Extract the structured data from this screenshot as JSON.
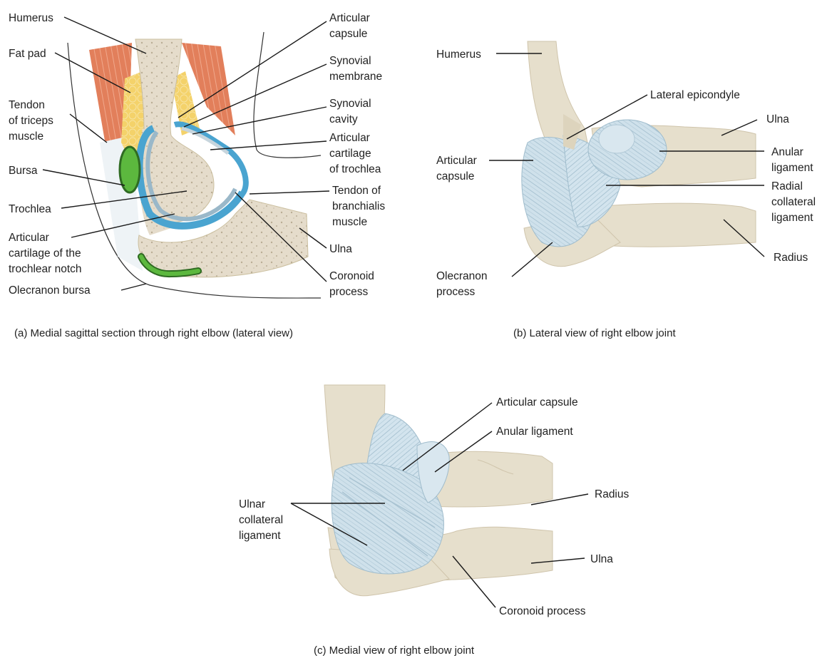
{
  "panel_a": {
    "caption": "(a) Medial sagittal section through right elbow (lateral view)",
    "labels": {
      "humerus": [
        "Humerus"
      ],
      "fat_pad": [
        "Fat pad"
      ],
      "tendon_triceps": [
        "Tendon",
        "of triceps",
        "muscle"
      ],
      "bursa": [
        "Bursa"
      ],
      "trochlea": [
        "Trochlea"
      ],
      "art_cart_notch": [
        "Articular",
        "cartilage of the",
        "trochlear notch"
      ],
      "olecranon_bursa": [
        "Olecranon bursa"
      ],
      "articular_capsule": [
        "Articular",
        "capsule"
      ],
      "synovial_membrane": [
        "Synovial",
        "membrane"
      ],
      "synovial_cavity": [
        "Synovial",
        "cavity"
      ],
      "art_cart_trochlea": [
        "Articular",
        "cartilage",
        "of trochlea"
      ],
      "tendon_brachialis": [
        "Tendon of",
        "branchialis",
        "muscle"
      ],
      "ulna": [
        "Ulna"
      ],
      "coronoid": [
        "Coronoid",
        "process"
      ]
    }
  },
  "panel_b": {
    "caption": "(b) Lateral view of right elbow joint",
    "labels": {
      "humerus": [
        "Humerus"
      ],
      "lateral_epicondyle": [
        "Lateral epicondyle"
      ],
      "ulna": [
        "Ulna"
      ],
      "articular_capsule": [
        "Articular",
        "capsule"
      ],
      "anular_ligament": [
        "Anular",
        "ligament"
      ],
      "radial_collateral": [
        "Radial",
        "collateral",
        "ligament"
      ],
      "radius": [
        "Radius"
      ],
      "olecranon": [
        "Olecranon",
        "process"
      ]
    }
  },
  "panel_c": {
    "caption": "(c) Medial view of right elbow joint",
    "labels": {
      "articular_capsule": [
        "Articular capsule"
      ],
      "anular_ligament": [
        "Anular ligament"
      ],
      "radius": [
        "Radius"
      ],
      "ulnar_collateral": [
        "Ulnar",
        "collateral",
        "ligament"
      ],
      "ulna": [
        "Ulna"
      ],
      "coronoid": [
        "Coronoid process"
      ]
    }
  },
  "colors": {
    "bone": "#e7dfcc",
    "bone_dark": "#cfc4ab",
    "ligament": "#c9dde8",
    "ligament_line": "#9fbccc",
    "muscle": "#e4835f",
    "fat": "#f3cf62",
    "cartilage": "#9ab8c9",
    "membrane": "#4aa4d0",
    "bursa": "#5cb83e"
  }
}
